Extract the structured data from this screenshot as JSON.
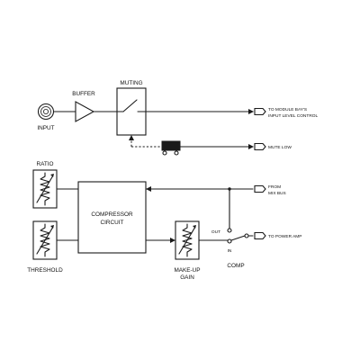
{
  "blocks": {
    "input": "INPUT",
    "buffer": "BUFFER",
    "muting": "MUTING",
    "ratio": "RATIO",
    "threshold": "THRESHOLD",
    "compressor_line1": "COMPRESSOR",
    "compressor_line2": "CIRCUIT",
    "makeup_line1": "MAKE-UP",
    "makeup_line2": "GAIN",
    "comp": "COMP",
    "switch_out": "OUT",
    "switch_in": "IN"
  },
  "connectors": {
    "module_bay_line1": "TO MODULE BAY'S",
    "module_bay_line2": "INPUT LEVEL CONTROL",
    "mute_low": "MUTE LOW",
    "mix_bus_line1": "FROM",
    "mix_bus_line2": "MIX BUS",
    "power_amp": "TO POWER AMP"
  }
}
